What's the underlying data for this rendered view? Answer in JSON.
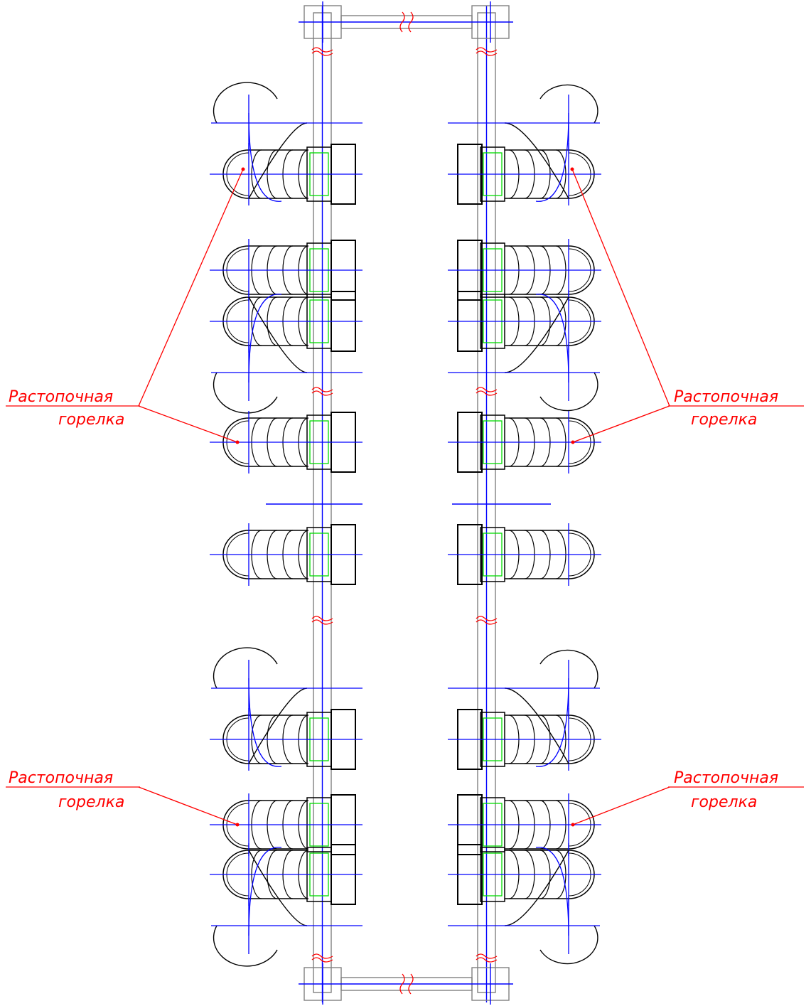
{
  "colors": {
    "background": "#ffffff",
    "outline": "#000000",
    "axis": "#0000ff",
    "green": "#00dd00",
    "annotation": "#ff0000",
    "frame": "#808080"
  },
  "annotations": [
    {
      "line1": "Растопочная",
      "line2": "горелка"
    },
    {
      "line1": "Растопочная",
      "line2": "горелка"
    },
    {
      "line1": "Растопочная",
      "line2": "горелка"
    },
    {
      "line1": "Растопочная",
      "line2": "горелка"
    }
  ]
}
